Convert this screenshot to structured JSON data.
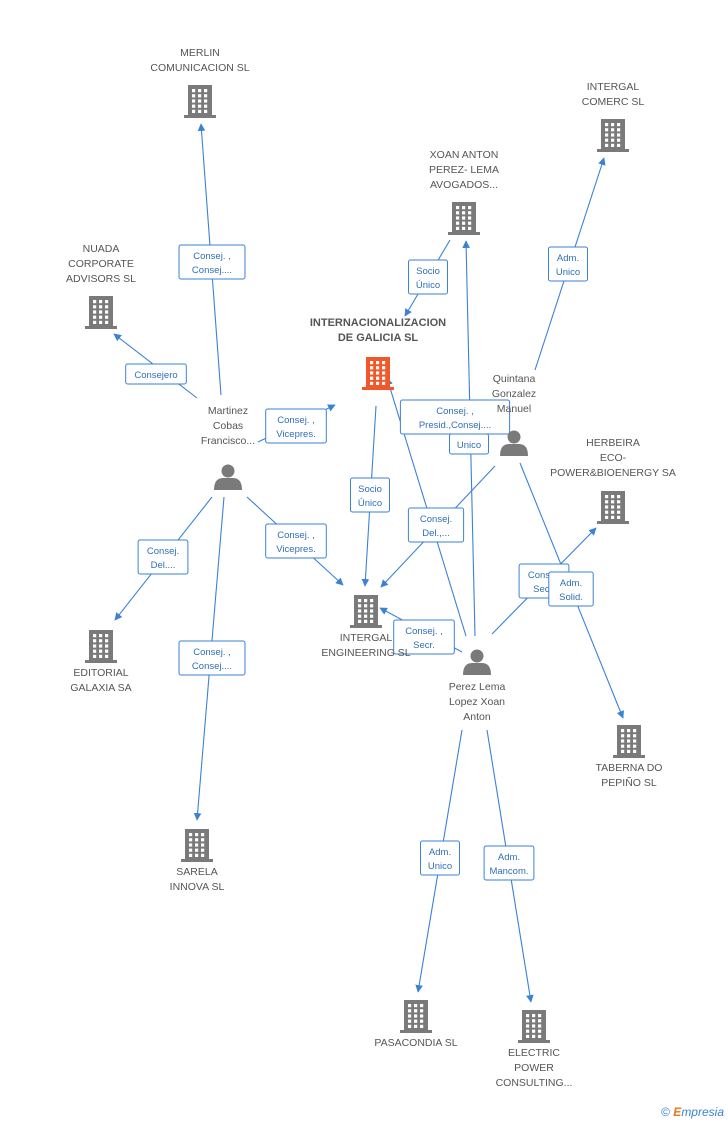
{
  "colors": {
    "company": "#7a7a7a",
    "main_company": "#f0582b",
    "person": "#7a7a7a",
    "edge": "#3b82d6"
  },
  "nodes": [
    {
      "id": "internacionalizacion",
      "type": "company-main",
      "label": [
        "INTERNACIONALIZACION",
        "DE GALICIA SL"
      ]
    },
    {
      "id": "merlin",
      "type": "company",
      "label": [
        "MERLIN",
        "COMUNICACION SL"
      ]
    },
    {
      "id": "nuada",
      "type": "company",
      "label": [
        "NUADA",
        "CORPORATE",
        "ADVISORS  SL"
      ]
    },
    {
      "id": "xoan-anton-perez",
      "type": "company",
      "label": [
        "XOAN ANTON",
        "PEREZ- LEMA",
        "AVOGADOS..."
      ]
    },
    {
      "id": "intergal-comerc",
      "type": "company",
      "label": [
        "INTERGAL",
        "COMERC SL"
      ]
    },
    {
      "id": "herbeira",
      "type": "company",
      "label": [
        "HERBEIRA",
        "ECO-",
        "POWER&BIOENERGY SA"
      ]
    },
    {
      "id": "intergal-engineering",
      "type": "company",
      "label": [
        "INTERGAL",
        "ENGINEERING SL"
      ]
    },
    {
      "id": "editorial-galaxia",
      "type": "company",
      "label": [
        "EDITORIAL",
        "GALAXIA SA"
      ]
    },
    {
      "id": "sarela",
      "type": "company",
      "label": [
        "SARELA",
        "INNOVA SL"
      ]
    },
    {
      "id": "taberna",
      "type": "company",
      "label": [
        "TABERNA DO",
        "PEPIÑO SL"
      ]
    },
    {
      "id": "pasacondia",
      "type": "company",
      "label": [
        "PASACONDIA SL"
      ]
    },
    {
      "id": "electric-power",
      "type": "company",
      "label": [
        "ELECTRIC",
        "POWER",
        "CONSULTING..."
      ]
    },
    {
      "id": "martinez",
      "type": "person",
      "label": [
        "Martinez",
        "Cobas",
        "Francisco..."
      ]
    },
    {
      "id": "quintana",
      "type": "person",
      "label": [
        "Quintana",
        "Gonzalez",
        "Manuel"
      ]
    },
    {
      "id": "perez-lema",
      "type": "person",
      "label": [
        "Perez Lema",
        "Lopez Xoan",
        "Anton"
      ]
    }
  ],
  "edges": [
    {
      "from": "martinez",
      "to": "merlin",
      "label": [
        "Consej. ,",
        "Consej...."
      ]
    },
    {
      "from": "martinez",
      "to": "nuada",
      "label": [
        "Consejero"
      ]
    },
    {
      "from": "martinez",
      "to": "internacionalizacion",
      "label": [
        "Consej. ,",
        "Vicepres."
      ]
    },
    {
      "from": "martinez",
      "to": "intergal-engineering",
      "label": [
        "Consej. ,",
        "Vicepres."
      ]
    },
    {
      "from": "martinez",
      "to": "editorial-galaxia",
      "label": [
        "Consej.",
        "Del...."
      ]
    },
    {
      "from": "martinez",
      "to": "sarela",
      "label": [
        "Consej. ,",
        "Consej...."
      ]
    },
    {
      "from": "xoan-anton-perez",
      "to": "internacionalizacion",
      "label": [
        "Socio",
        "Único"
      ]
    },
    {
      "from": "quintana",
      "to": "intergal-comerc",
      "label": [
        "Adm.",
        "Unico"
      ]
    },
    {
      "from": "internacionalizacion",
      "to": "intergal-engineering",
      "label": [
        "Socio",
        "Único"
      ]
    },
    {
      "from": "perez-lema",
      "to": "internacionalizacion",
      "label": [
        "Consej. ,",
        "Presid.,Consej...."
      ]
    },
    {
      "from": "perez-lema",
      "to": "xoan-anton-perez",
      "label": [
        "Unico"
      ]
    },
    {
      "from": "quintana",
      "to": "intergal-engineering",
      "label": [
        "Consej.",
        "Del.,..."
      ]
    },
    {
      "from": "perez-lema",
      "to": "herbeira",
      "label": [
        "Consej.",
        "Secr."
      ]
    },
    {
      "from": "quintana",
      "to": "taberna",
      "label": [
        "Adm.",
        "Solid."
      ]
    },
    {
      "from": "perez-lema",
      "to": "intergal-engineering",
      "label": [
        "Consej. ,",
        "Secr."
      ]
    },
    {
      "from": "perez-lema",
      "to": "pasacondia",
      "label": [
        "Adm.",
        "Unico"
      ]
    },
    {
      "from": "perez-lema",
      "to": "electric-power",
      "label": [
        "Adm.",
        "Mancom."
      ]
    }
  ],
  "brand": {
    "copyright": "©",
    "first": "E",
    "rest": "mpresia"
  }
}
